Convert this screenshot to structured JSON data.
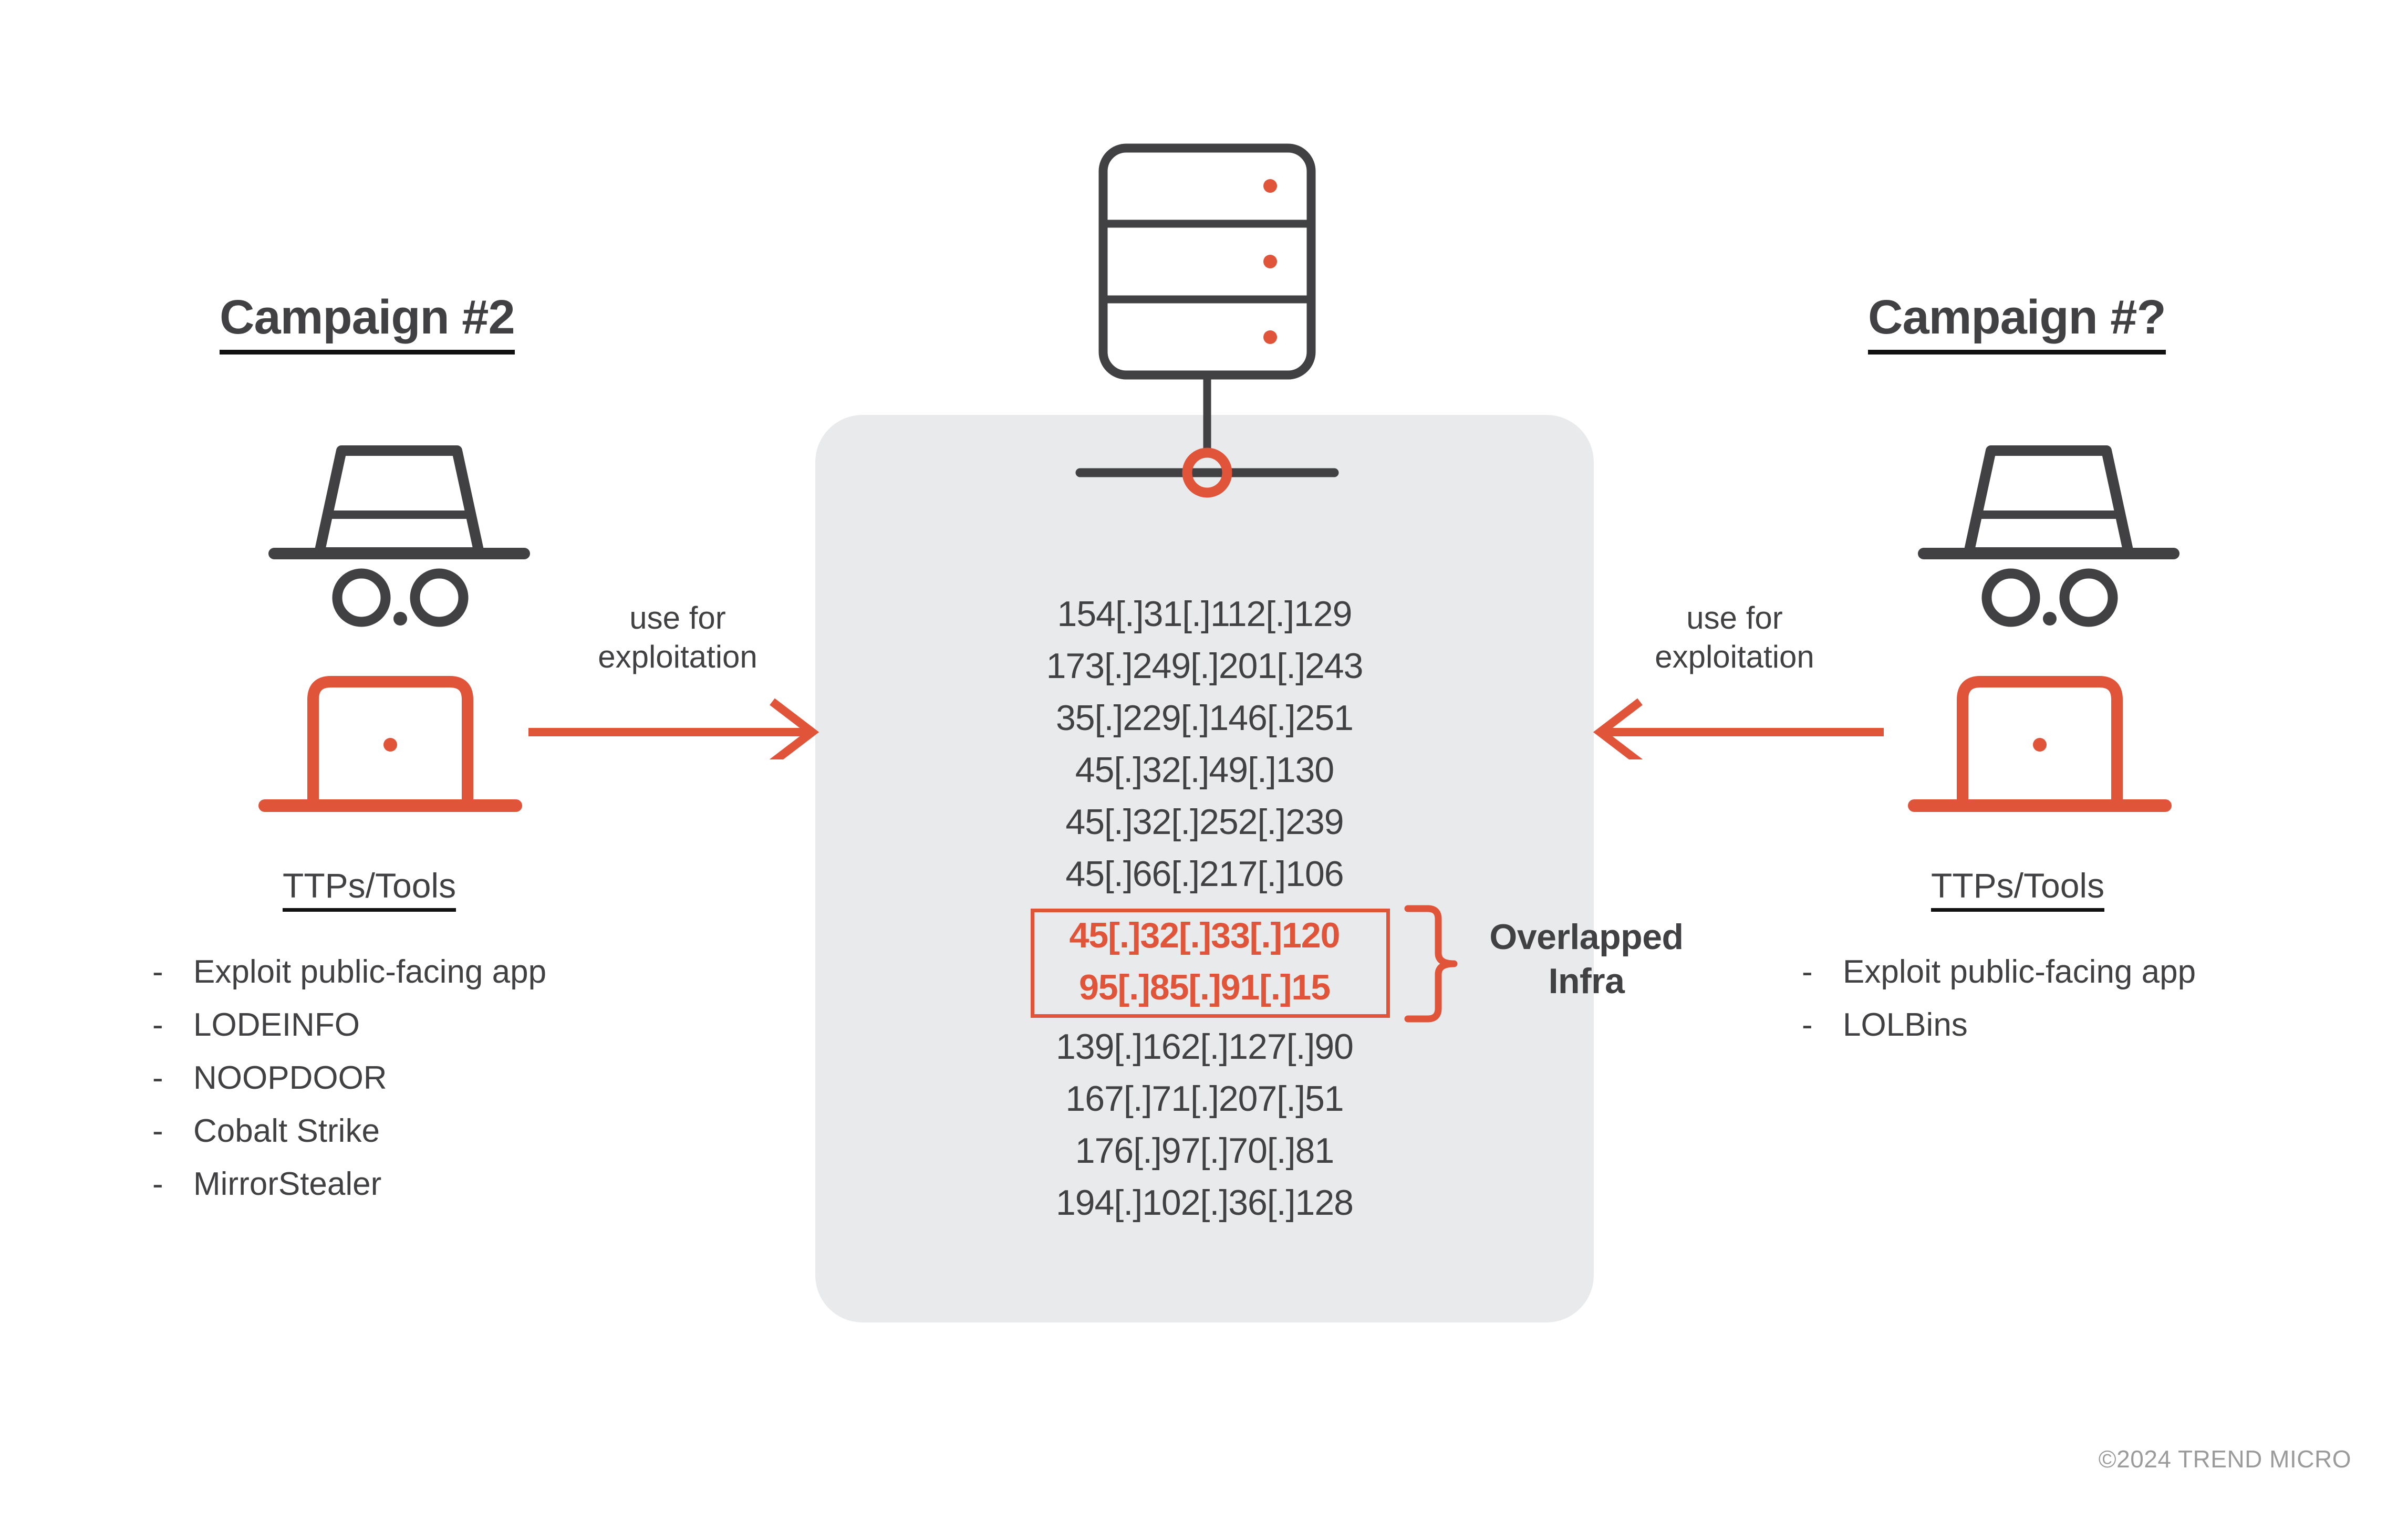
{
  "colors": {
    "accent": "#e0543a",
    "dark": "#414042",
    "panel_bg": "#e9eaec",
    "page_bg": "#ffffff",
    "footer_gray": "#9b9b9b"
  },
  "left_campaign": {
    "heading": "Campaign #2",
    "hat_icon": "spy-hat-icon",
    "laptop_icon": "laptop-icon",
    "ttp_heading": "TTPs/Tools",
    "bullet_marker": "-",
    "ttps": [
      "Exploit public-facing app",
      "LODEINFO",
      "NOOPDOOR",
      "Cobalt Strike",
      "MirrorStealer"
    ],
    "arrow": {
      "label_line1": "use for",
      "label_line2": "exploitation",
      "direction": "right",
      "icon": "arrow-right-icon"
    }
  },
  "right_campaign": {
    "heading": "Campaign #?",
    "hat_icon": "spy-hat-icon",
    "laptop_icon": "laptop-icon",
    "ttp_heading": "TTPs/Tools",
    "bullet_marker": "-",
    "ttps": [
      "Exploit public-facing app",
      "LOLBins"
    ],
    "arrow": {
      "label_line1": "use for",
      "label_line2": "exploitation",
      "direction": "left",
      "icon": "arrow-left-icon"
    }
  },
  "infrastructure": {
    "server_icon": "server-rack-icon",
    "ip_addresses": [
      {
        "value": "154[.]31[.]112[.]129",
        "overlapped": false
      },
      {
        "value": "173[.]249[.]201[.]243",
        "overlapped": false
      },
      {
        "value": "35[.]229[.]146[.]251",
        "overlapped": false
      },
      {
        "value": "45[.]32[.]49[.]130",
        "overlapped": false
      },
      {
        "value": "45[.]32[.]252[.]239",
        "overlapped": false
      },
      {
        "value": "45[.]66[.]217[.]106",
        "overlapped": false
      },
      {
        "value": "45[.]32[.]33[.]120",
        "overlapped": true
      },
      {
        "value": "95[.]85[.]91[.]15",
        "overlapped": true
      },
      {
        "value": "139[.]162[.]127[.]90",
        "overlapped": false
      },
      {
        "value": "167[.]71[.]207[.]51",
        "overlapped": false
      },
      {
        "value": "176[.]97[.]70[.]81",
        "overlapped": false
      },
      {
        "value": "194[.]102[.]36[.]128",
        "overlapped": false
      }
    ],
    "overlap_annotation": {
      "line1": "Overlapped",
      "line2": "Infra",
      "brace_icon": "curly-brace-icon"
    }
  },
  "footer": {
    "copyright": "©2024 TREND MICRO"
  }
}
